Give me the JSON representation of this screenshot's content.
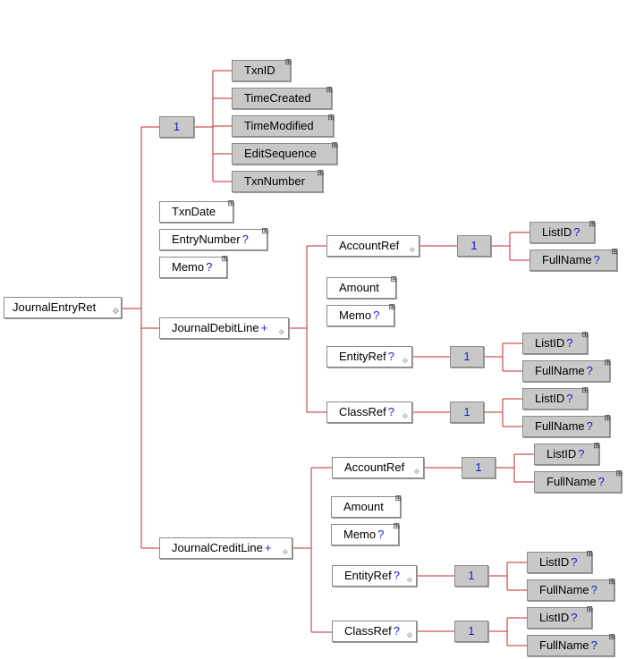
{
  "root": {
    "label": "JournalEntryRet",
    "marker": "⟐"
  },
  "group_header": {
    "sequence": "1",
    "children": [
      "TxnID",
      "TimeCreated",
      "TimeModified",
      "EditSequence",
      "TxnNumber"
    ]
  },
  "fields": {
    "txn_date": "TxnDate",
    "entry_number": "EntryNumber",
    "memo": "Memo",
    "optional_mark": "?",
    "repeat_mark": "+"
  },
  "debit_line": {
    "label": "JournalDebitLine",
    "account_ref": {
      "label": "AccountRef",
      "sequence": "1",
      "list_id": "ListID",
      "full_name": "FullName"
    },
    "amount": "Amount",
    "memo": "Memo",
    "entity_ref": {
      "label": "EntityRef",
      "sequence": "1",
      "list_id": "ListID",
      "full_name": "FullName"
    },
    "class_ref": {
      "label": "ClassRef",
      "sequence": "1",
      "list_id": "ListID",
      "full_name": "FullName"
    }
  },
  "credit_line": {
    "label": "JournalCreditLine",
    "account_ref": {
      "label": "AccountRef",
      "sequence": "1",
      "list_id": "ListID",
      "full_name": "FullName"
    },
    "amount": "Amount",
    "memo": "Memo",
    "entity_ref": {
      "label": "EntityRef",
      "sequence": "1",
      "list_id": "ListID",
      "full_name": "FullName"
    },
    "class_ref": {
      "label": "ClassRef",
      "sequence": "1",
      "list_id": "ListID",
      "full_name": "FullName"
    }
  },
  "colors": {
    "connector": "#c0282f",
    "node_border": "#8a8a8a",
    "grey_fill": "#c8c8c8",
    "occurrence_mark": "#1a1acc"
  },
  "icons": {
    "leaf": "element-leaf-icon",
    "expand": "expand-handle-icon"
  }
}
